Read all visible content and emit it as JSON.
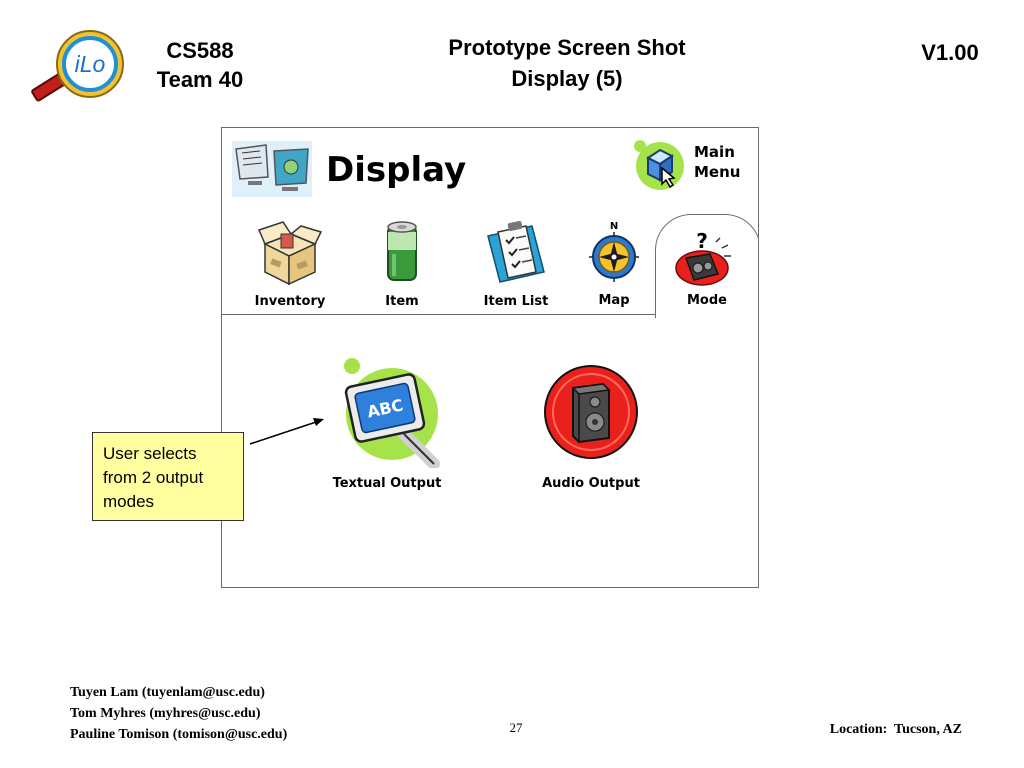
{
  "header": {
    "logo_text": "iLo",
    "course_line1": "CS588",
    "course_line2": "Team 40",
    "title_line1": "Prototype Screen Shot",
    "title_line2": "Display (5)",
    "version": "V1.00"
  },
  "app": {
    "title": "Display",
    "title_icon": "display-screens-icon",
    "main_menu": {
      "line1": "Main",
      "line2": "Menu",
      "icon": "cube-cursor-icon"
    },
    "tabs": [
      {
        "label": "Inventory",
        "icon": "box-icon"
      },
      {
        "label": "Item",
        "icon": "can-icon"
      },
      {
        "label": "Item List",
        "icon": "clipboard-icon"
      },
      {
        "label": "Map",
        "icon": "compass-icon",
        "compass_letter": "N"
      },
      {
        "label": "Mode",
        "icon": "speaker-question-icon",
        "selected": true
      }
    ],
    "options": [
      {
        "label": "Textual Output",
        "icon": "abc-screen-icon",
        "screen_text": "ABC"
      },
      {
        "label": "Audio Output",
        "icon": "speaker-icon"
      }
    ]
  },
  "callout": {
    "text": "User selects from 2 output modes"
  },
  "footer": {
    "authors": [
      "Tuyen Lam (tuyenlam@usc.edu)",
      "Tom Myhres (myhres@usc.edu)",
      "Pauline Tomison (tomison@usc.edu)"
    ],
    "page_number": "27",
    "location": "Location:  Tucson, AZ"
  },
  "colors": {
    "callout_bg": "#ffffa0",
    "icon_green": "#a6e34a",
    "speaker_red": "#e8211c",
    "screen_blue": "#2f7fdc",
    "logo_gold": "#f2c230",
    "logo_blue": "#1e90d8"
  }
}
